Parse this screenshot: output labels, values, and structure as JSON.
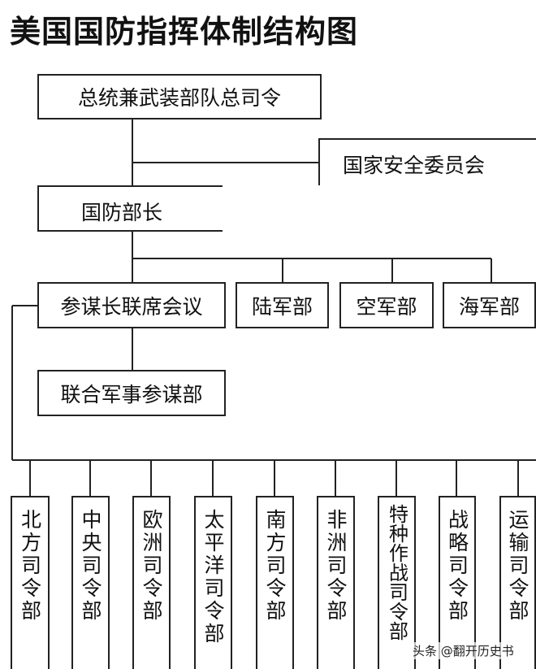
{
  "title": "美国国防指挥体制结构图",
  "nodes": {
    "president": "总统兼武装部队总司令",
    "nsc": "国家安全委员会",
    "secdef": "国防部长",
    "jcs": "参谋长联席会议",
    "army": "陆军部",
    "air_force": "空军部",
    "navy": "海军部",
    "joint_staff": "联合军事参谋部"
  },
  "commands": [
    "北方司令部",
    "中央司令部",
    "欧洲司令部",
    "太平洋司令部",
    "南方司令部",
    "非洲司令部",
    "特种作战司令部",
    "战略司令部",
    "运输司令部"
  ],
  "watermark": "头条 @翻开历史书"
}
